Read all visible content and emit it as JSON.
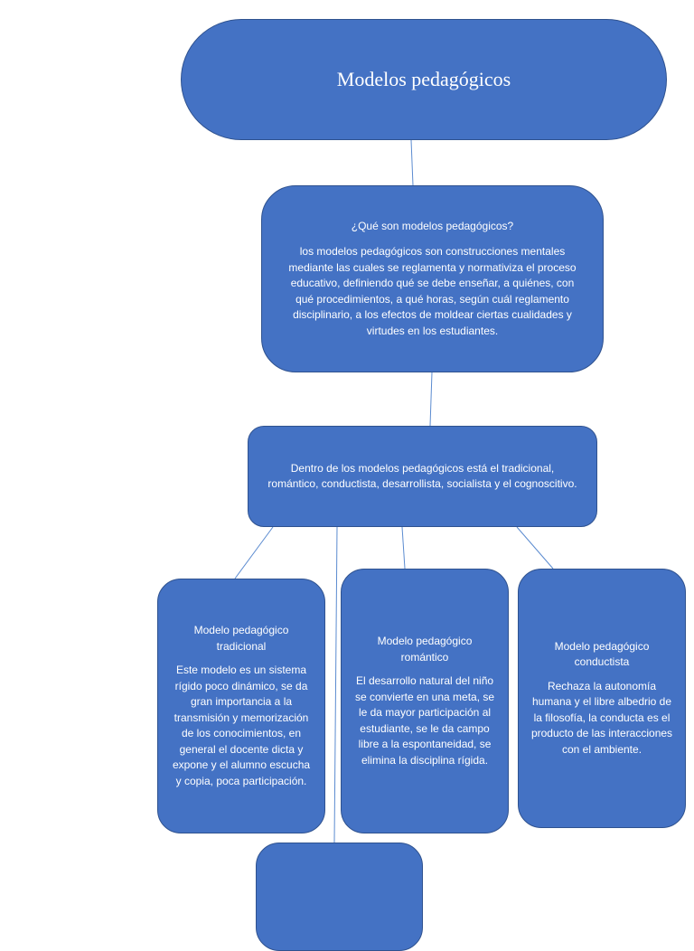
{
  "diagram": {
    "title": "Modelos pedagógicos",
    "definition": {
      "heading": "¿Qué son modelos pedagógicos?",
      "body": "los modelos pedagógicos son construcciones mentales mediante las cuales se reglamenta y normativiza el proceso educativo, definiendo qué se debe enseñar, a quiénes, con qué procedimientos, a qué horas, según cuál reglamento disciplinario, a los efectos de moldear ciertas cualidades y virtudes en los estudiantes."
    },
    "list_node": "Dentro de los modelos pedagógicos está el tradicional, romántico, conductista, desarrollista, socialista y el cognoscitivo.",
    "models": [
      {
        "heading": "Modelo pedagógico tradicional",
        "body": "Este modelo es un sistema rígido poco dinámico, se da gran importancia a la transmisión y memorización de los conocimientos, en general el docente dicta y expone y el alumno escucha y copia, poca participación."
      },
      {
        "heading": "Modelo pedagógico romántico",
        "body": "El desarrollo natural del niño se convierte en una meta, se le da mayor participación al estudiante, se le da campo libre a la espontaneidad, se elimina la disciplina rígida."
      },
      {
        "heading": "Modelo pedagógico conductista",
        "body": "Rechaza la autonomía humana y el libre albedrio de la filosofía, la conducta es el producto de las interacciones con el ambiente."
      }
    ],
    "colors": {
      "node_fill": "#4472c4",
      "node_border": "#2f528f",
      "connector": "#5b8bd0",
      "text": "#ffffff"
    }
  }
}
